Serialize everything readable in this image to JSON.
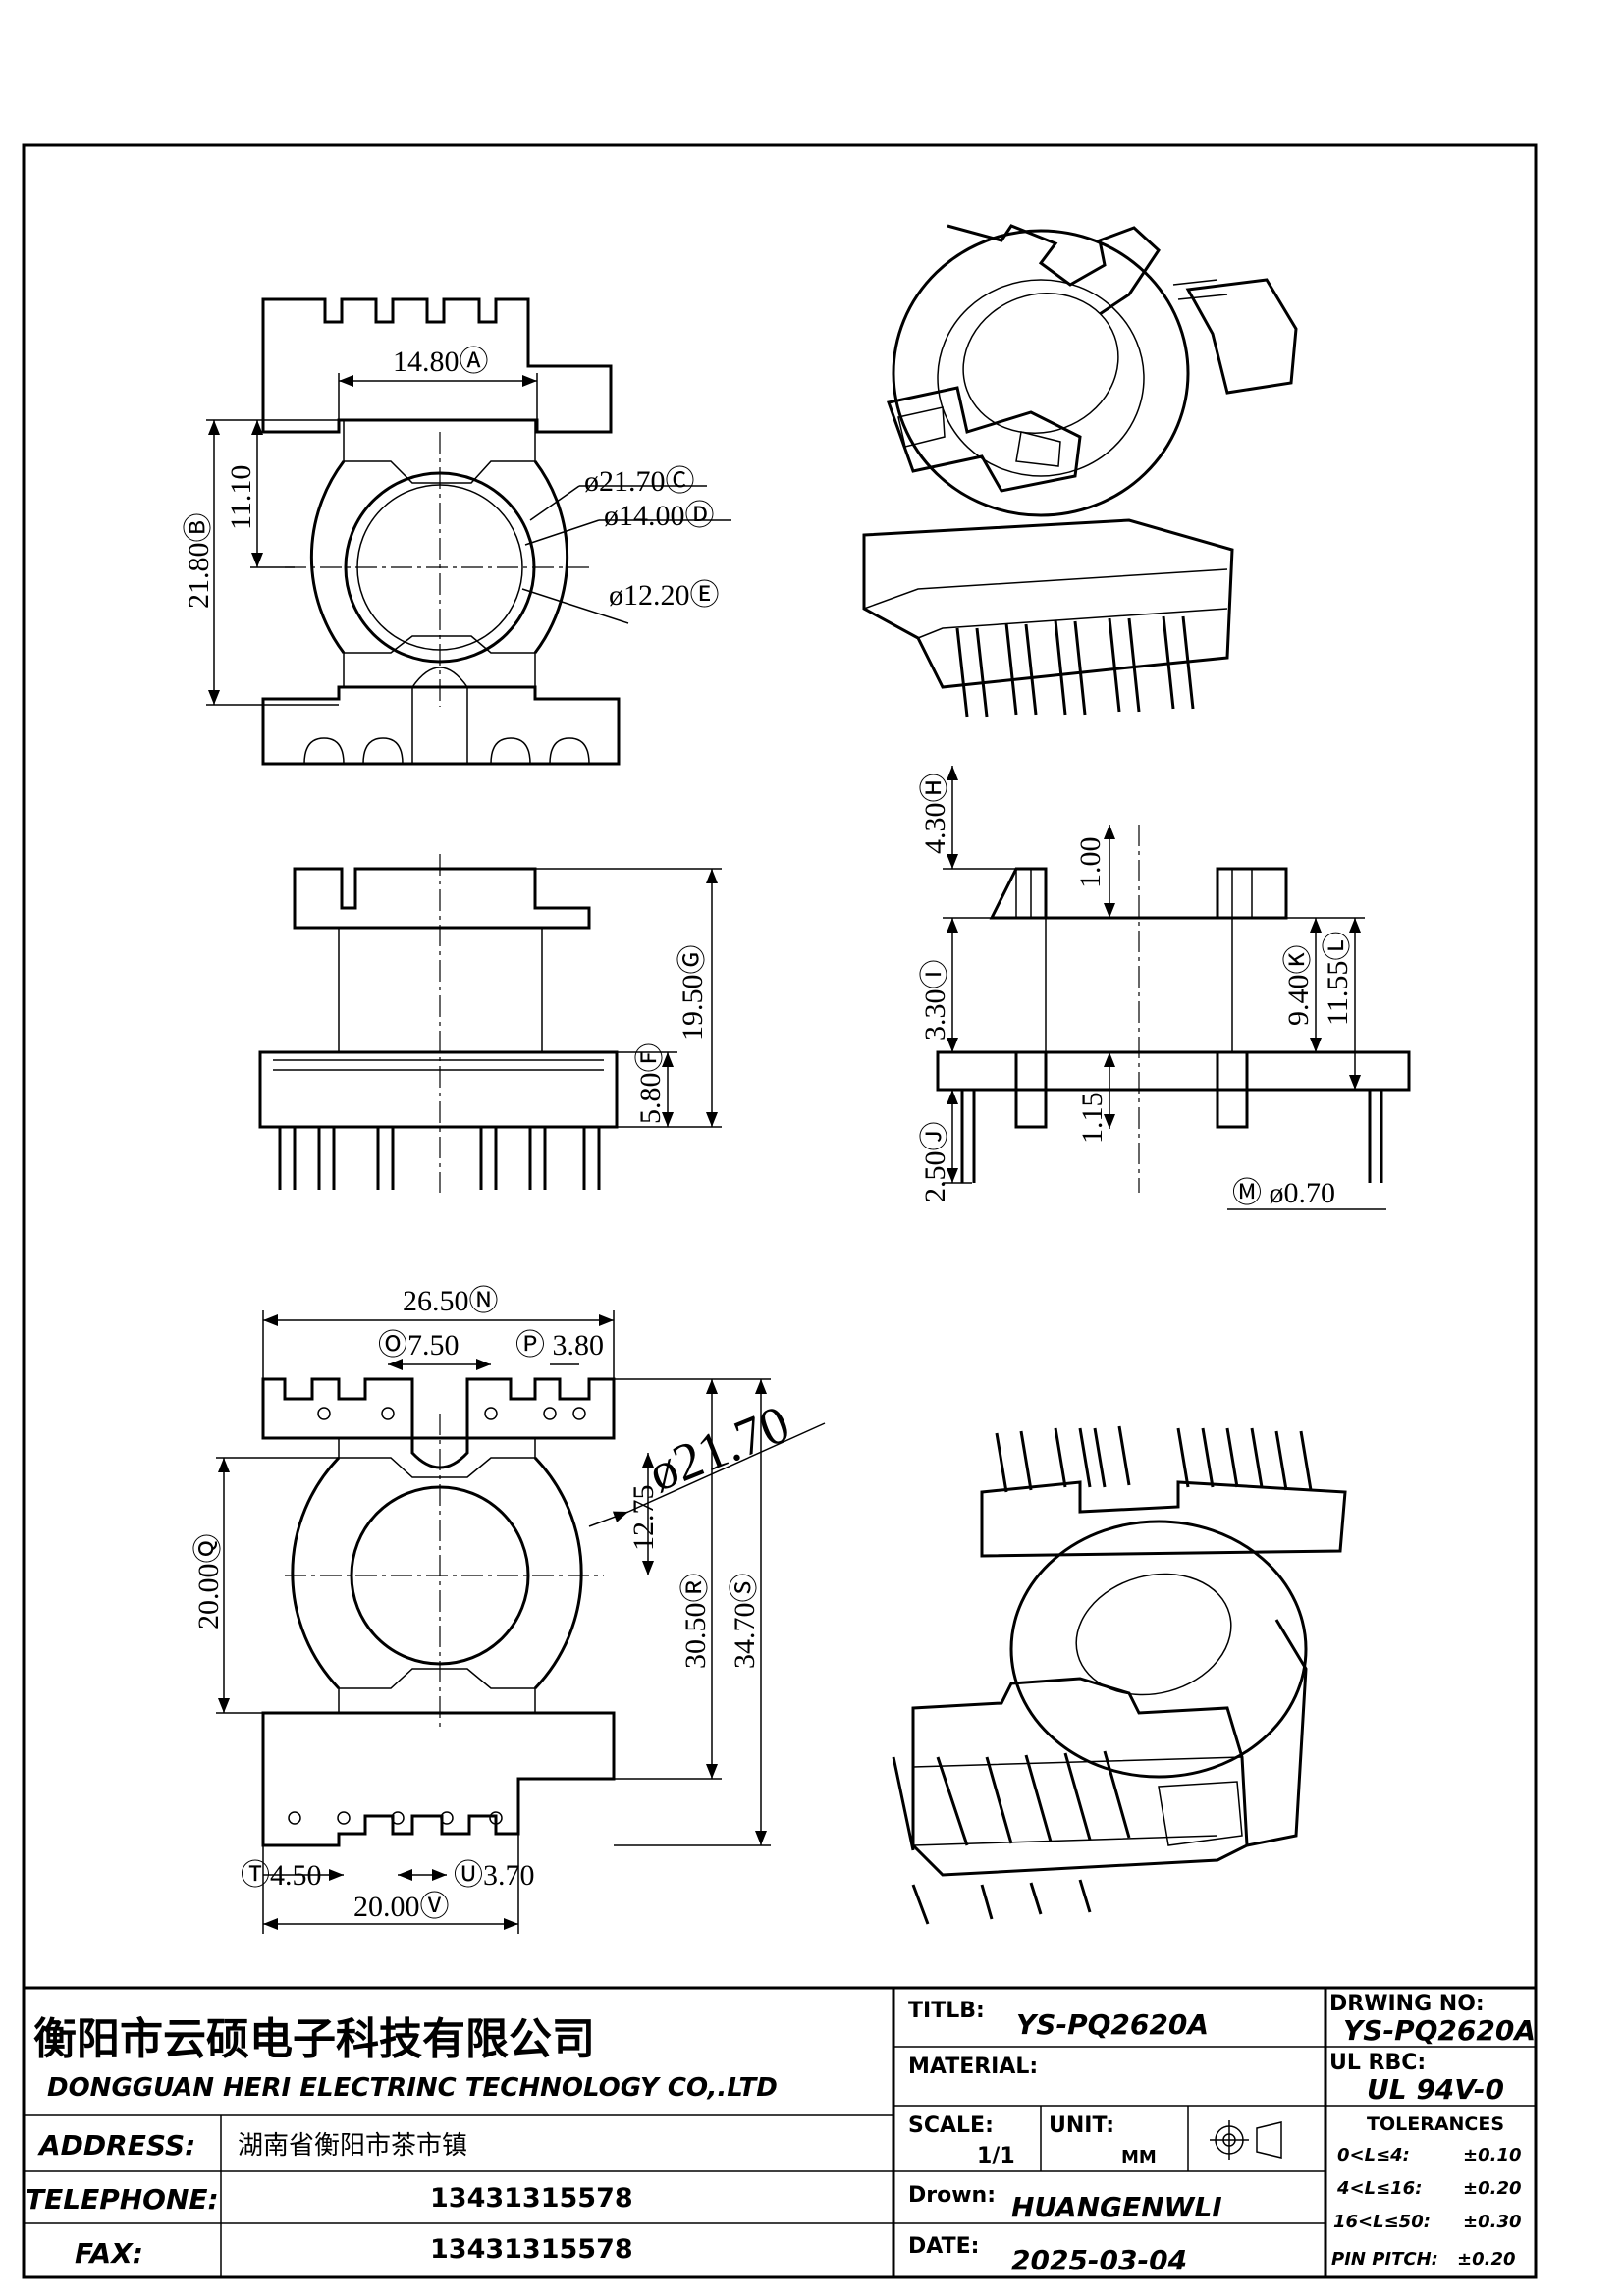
{
  "views": {
    "top_dims": [
      "14.80Ⓐ",
      "21.80Ⓑ",
      "11.10",
      "ø21.70Ⓒ",
      "ø14.00Ⓓ",
      "ø12.20Ⓔ"
    ],
    "side_dims": [
      "19.50Ⓖ",
      "5.80Ⓕ"
    ],
    "front_dims": [
      "4.30Ⓗ",
      "1.00",
      "3.30Ⓘ",
      "2.50Ⓙ",
      "1.15",
      "9.40Ⓚ",
      "11.55Ⓛ",
      "Ⓜ ø0.70"
    ],
    "bottom_dims": [
      "26.50Ⓝ",
      "Ⓞ7.50",
      "Ⓟ 3.80",
      "ø21.70",
      "12.75",
      "20.00Ⓠ",
      "30.50Ⓡ",
      "34.70Ⓢ",
      "Ⓣ4.50",
      "Ⓤ3.70",
      "20.00Ⓥ"
    ]
  },
  "title_block": {
    "company_cn": "衡阳市云硕电子科技有限公司",
    "company_en": "DONGGUAN HERI ELECTRINC TECHNOLOGY CO,.LTD",
    "address_label": "ADDRESS:",
    "address_value": "湖南省衡阳市茶市镇",
    "telephone_label": "TELEPHONE:",
    "telephone_value": "13431315578",
    "fax_label": "FAX:",
    "fax_value": "13431315578",
    "title_label": "TITLB:",
    "title_value": "YS-PQ2620A",
    "material_label": "MATERIAL:",
    "material_value": "",
    "scale_label": "SCALE:",
    "scale_value": "1/1",
    "unit_label": "UNIT:",
    "unit_value": "MM",
    "drawn_label": "Drown:",
    "drawn_value": "HUANGENWLI",
    "date_label": "DATE:",
    "date_value": "2025-03-04",
    "drawing_no_label": "DRWING NO:",
    "drawing_no_value": "YS-PQ2620A",
    "ul_label": "UL RBC:",
    "ul_value": "UL 94V-0",
    "tolerances_label": "TOLERANCES",
    "tolerances": [
      {
        "range": "0<L≤4:",
        "tol": "±0.10"
      },
      {
        "range": "4<L≤16:",
        "tol": "±0.20"
      },
      {
        "range": "16<L≤50:",
        "tol": "±0.30"
      }
    ],
    "pin_pitch_label": "PIN PITCH:",
    "pin_pitch_value": "±0.20"
  }
}
